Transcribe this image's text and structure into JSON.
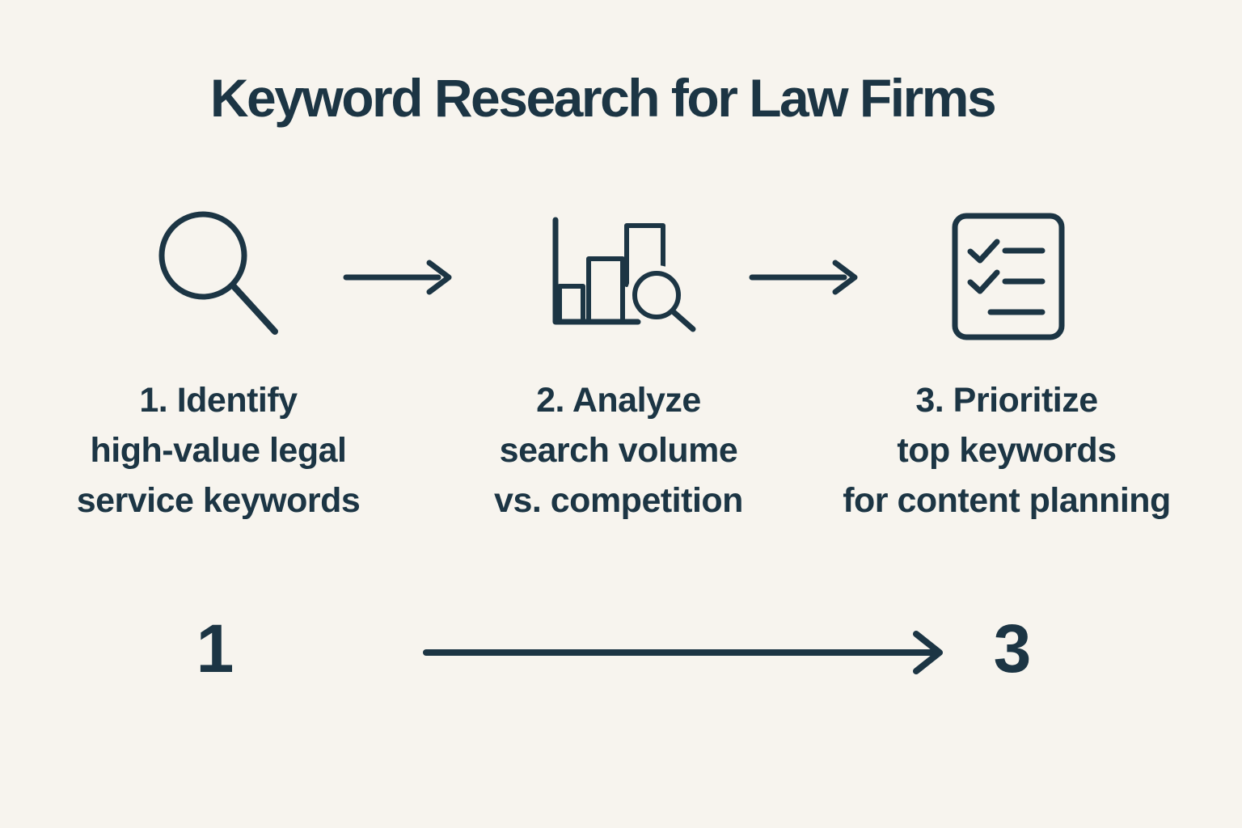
{
  "canvas": {
    "background_color": "#f7f4ee",
    "ink_color": "#1c3544"
  },
  "title": "Keyword Research for Law Firms",
  "steps": [
    {
      "icon": "magnifier-icon",
      "lines": [
        "1. Identify",
        "high-value legal",
        "service keywords"
      ]
    },
    {
      "icon": "bar-chart-magnifier-icon",
      "lines": [
        "2. Analyze",
        "search volume",
        "vs. competition"
      ]
    },
    {
      "icon": "checklist-document-icon",
      "lines": [
        "3. Prioritize",
        "top keywords",
        "for content planning"
      ]
    }
  ],
  "flow_arrows": [
    "arrow-right",
    "arrow-right"
  ],
  "timeline": {
    "start": "1",
    "end": "3",
    "arrow": "arrow-right"
  }
}
